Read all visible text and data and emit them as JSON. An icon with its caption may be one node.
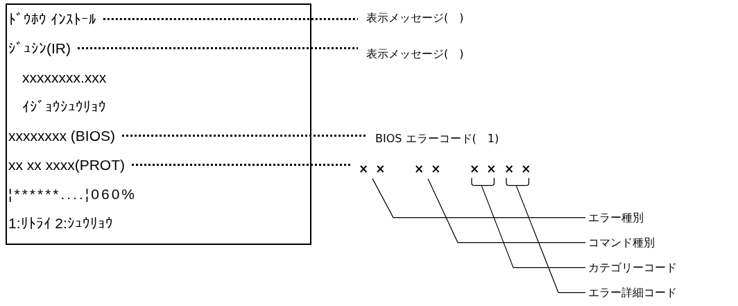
{
  "diagram": {
    "nodes": [
      {
        "text": [],
        "shape": "box"
      },
      {
        "text": [
          "ﾄﾞｳﾎｳ ｲﾝｽﾄｰﾙ"
        ],
        "in": 0
      },
      {
        "text": [
          "ｼﾞｭｼﾝ(IR)"
        ],
        "in": 0
      },
      {
        "text": [
          "xxxxxxxx.xxx"
        ],
        "in": 0
      },
      {
        "text": [
          "ｲｼﾞｮｳｼｭｳﾘｮｳ"
        ],
        "in": 0
      },
      {
        "text": [
          "xxxxxxxx (BIOS)"
        ],
        "in": 0
      },
      {
        "text": [
          "xx xx xxxx(PROT)"
        ],
        "in": 0
      },
      {
        "text": [
          "¦******....¦060%"
        ],
        "in": 0
      },
      {
        "text": [
          "1:ﾘﾄﾗｲ 2:ｼｭｳﾘｮｳ"
        ],
        "in": 0
      },
      {
        "text": [
          "表示メッセージ(　)"
        ]
      },
      {
        "text": [
          "表示メッセージ(　)"
        ]
      },
      {
        "text": [
          "BIOS エラーコード(　1)"
        ]
      },
      {
        "text": [
          "× ×"
        ]
      },
      {
        "text": [
          "× ×"
        ]
      },
      {
        "text": [
          "× ×"
        ]
      },
      {
        "text": [
          "× ×"
        ]
      },
      {
        "text": [
          "エラー種別"
        ]
      },
      {
        "text": [
          "コマンド種別"
        ]
      },
      {
        "text": [
          "カテゴリーコード"
        ]
      },
      {
        "text": [
          "エラー詳細コード"
        ]
      }
    ],
    "edges": [
      {
        "from": 1,
        "to": 9,
        "arrow": "none",
        "style": "dashed"
      },
      {
        "from": 2,
        "to": 10,
        "arrow": "none",
        "style": "dashed"
      },
      {
        "from": 5,
        "to": 11,
        "arrow": "none",
        "style": "dashed"
      },
      {
        "from": 6,
        "to": 12,
        "arrow": "none",
        "style": "dashed"
      },
      {
        "from": 12,
        "to": 16,
        "arrow": "none"
      },
      {
        "from": 13,
        "to": 17,
        "arrow": "none"
      },
      {
        "from": 14,
        "to": 18,
        "arrow": "none"
      },
      {
        "from": 15,
        "to": 19,
        "arrow": "none"
      }
    ]
  }
}
